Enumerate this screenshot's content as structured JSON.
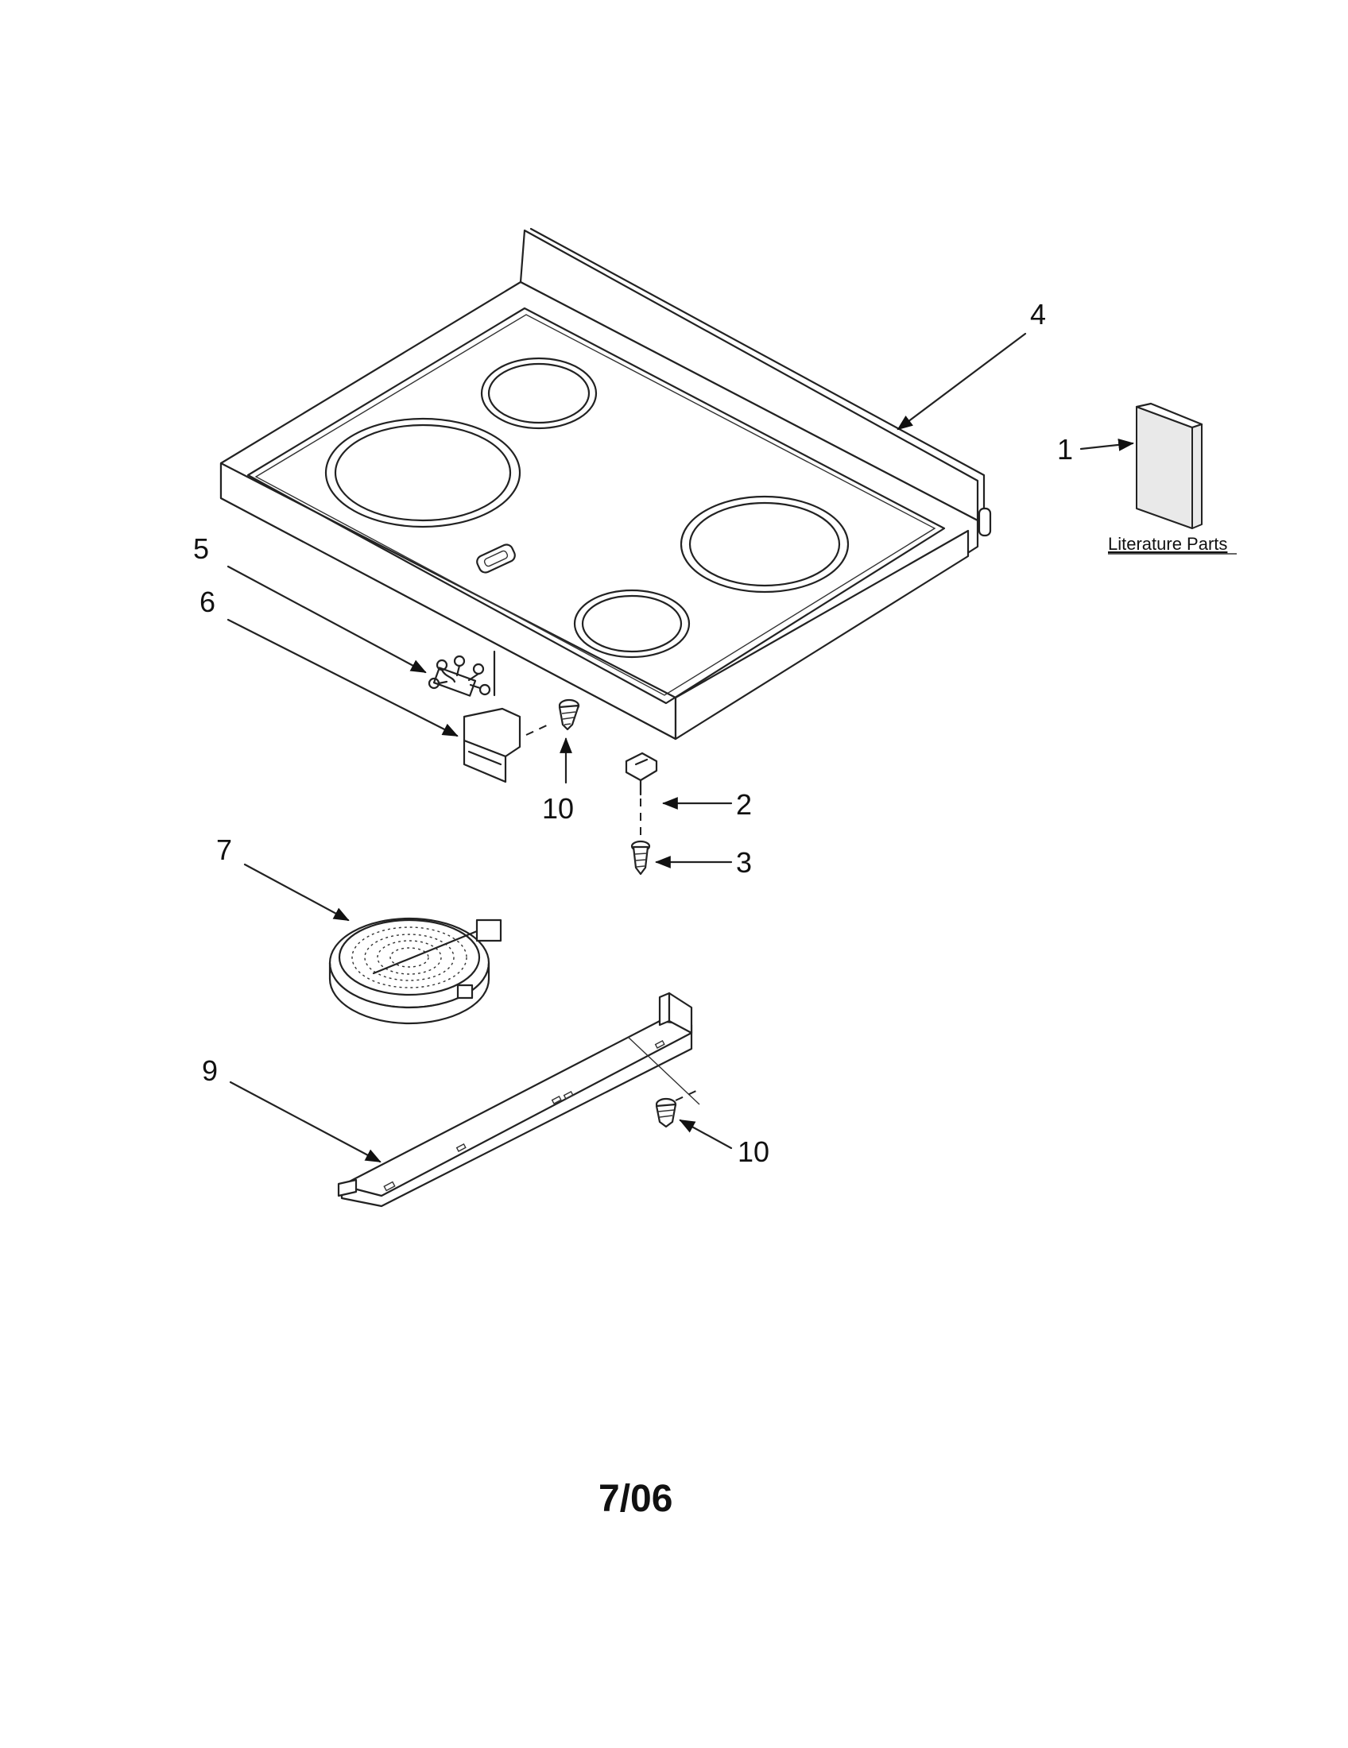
{
  "labels": {
    "part_1": "1",
    "part_2": "2",
    "part_3": "3",
    "part_4": "4",
    "part_5": "5",
    "part_6": "6",
    "part_7": "7",
    "part_9": "9",
    "part_10_upper": "10",
    "part_10_lower": "10",
    "literature": "Literature Parts",
    "date": "7/06"
  }
}
